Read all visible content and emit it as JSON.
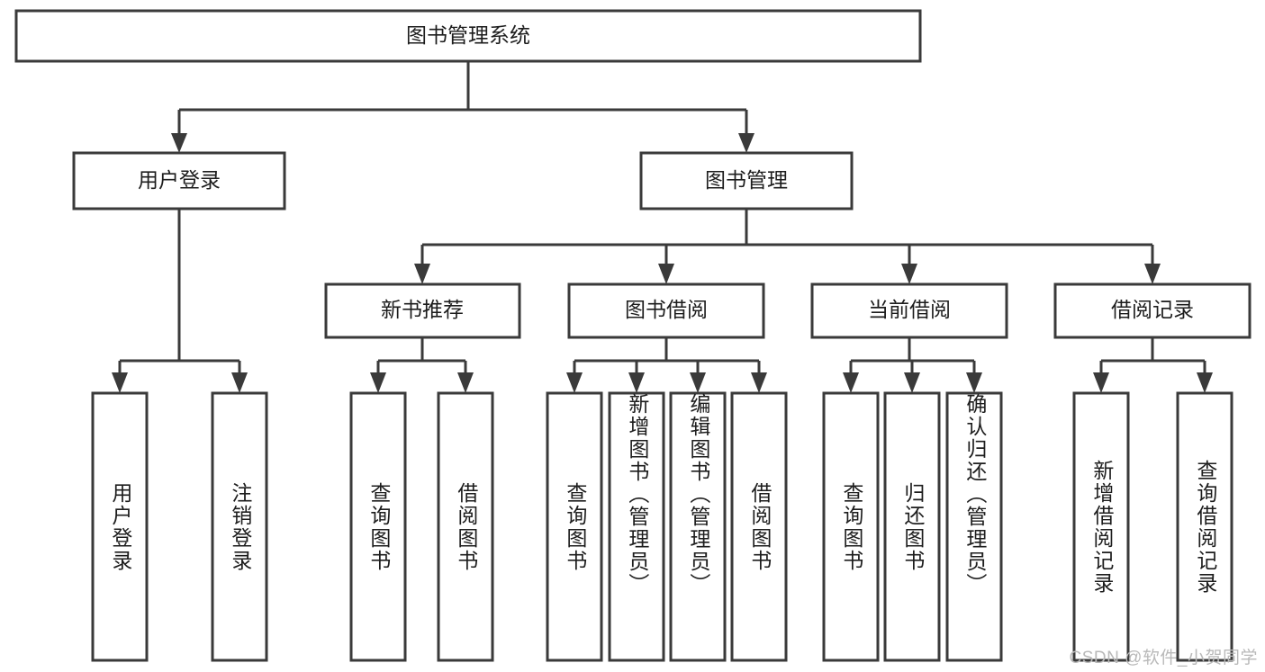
{
  "diagram": {
    "type": "tree-hierarchy-chart",
    "title": "图书管理系统",
    "watermark": "CSDN @软件_小贺同学",
    "colors": {
      "box_stroke": "#3a3a3a",
      "box_fill": "#ffffff",
      "text": "#1d1d1d",
      "background": "#ffffff",
      "watermark": "#b9b9b9"
    },
    "nodes": {
      "root": {
        "label": "图书管理系统",
        "orientation": "horizontal"
      },
      "level2": [
        {
          "id": "user-login",
          "label": "用户登录",
          "orientation": "horizontal"
        },
        {
          "id": "book-management",
          "label": "图书管理",
          "orientation": "horizontal"
        }
      ],
      "level3": [
        {
          "id": "new-book-recommend",
          "label": "新书推荐",
          "orientation": "horizontal"
        },
        {
          "id": "book-borrow",
          "label": "图书借阅",
          "orientation": "horizontal"
        },
        {
          "id": "current-borrow",
          "label": "当前借阅",
          "orientation": "horizontal"
        },
        {
          "id": "borrow-record",
          "label": "借阅记录",
          "orientation": "horizontal"
        }
      ],
      "leaves": [
        {
          "id": "leaf-user-login",
          "label": "用户登录",
          "parent": "user-login",
          "orientation": "vertical"
        },
        {
          "id": "leaf-logout-login",
          "label": "注销登录",
          "parent": "user-login",
          "orientation": "vertical"
        },
        {
          "id": "leaf-query-book-1",
          "label": "查询图书",
          "parent": "new-book-recommend",
          "orientation": "vertical"
        },
        {
          "id": "leaf-borrow-book-1",
          "label": "借阅图书",
          "parent": "new-book-recommend",
          "orientation": "vertical"
        },
        {
          "id": "leaf-query-book-2",
          "label": "查询图书",
          "parent": "book-borrow",
          "orientation": "vertical"
        },
        {
          "id": "leaf-add-book",
          "label": "新增图书（管理员）",
          "parent": "book-borrow",
          "orientation": "vertical"
        },
        {
          "id": "leaf-edit-book",
          "label": "编辑图书（管理员）",
          "parent": "book-borrow",
          "orientation": "vertical"
        },
        {
          "id": "leaf-borrow-book-2",
          "label": "借阅图书",
          "parent": "book-borrow",
          "orientation": "vertical"
        },
        {
          "id": "leaf-query-book-3",
          "label": "查询图书",
          "parent": "current-borrow",
          "orientation": "vertical"
        },
        {
          "id": "leaf-return-book",
          "label": "归还图书",
          "parent": "current-borrow",
          "orientation": "vertical"
        },
        {
          "id": "leaf-confirm-return",
          "label": "确认归还（管理员）",
          "parent": "current-borrow",
          "orientation": "vertical"
        },
        {
          "id": "leaf-add-record",
          "label": "新增借阅记录",
          "parent": "borrow-record",
          "orientation": "vertical"
        },
        {
          "id": "leaf-query-record",
          "label": "查询借阅记录",
          "parent": "borrow-record",
          "orientation": "vertical"
        }
      ]
    }
  }
}
